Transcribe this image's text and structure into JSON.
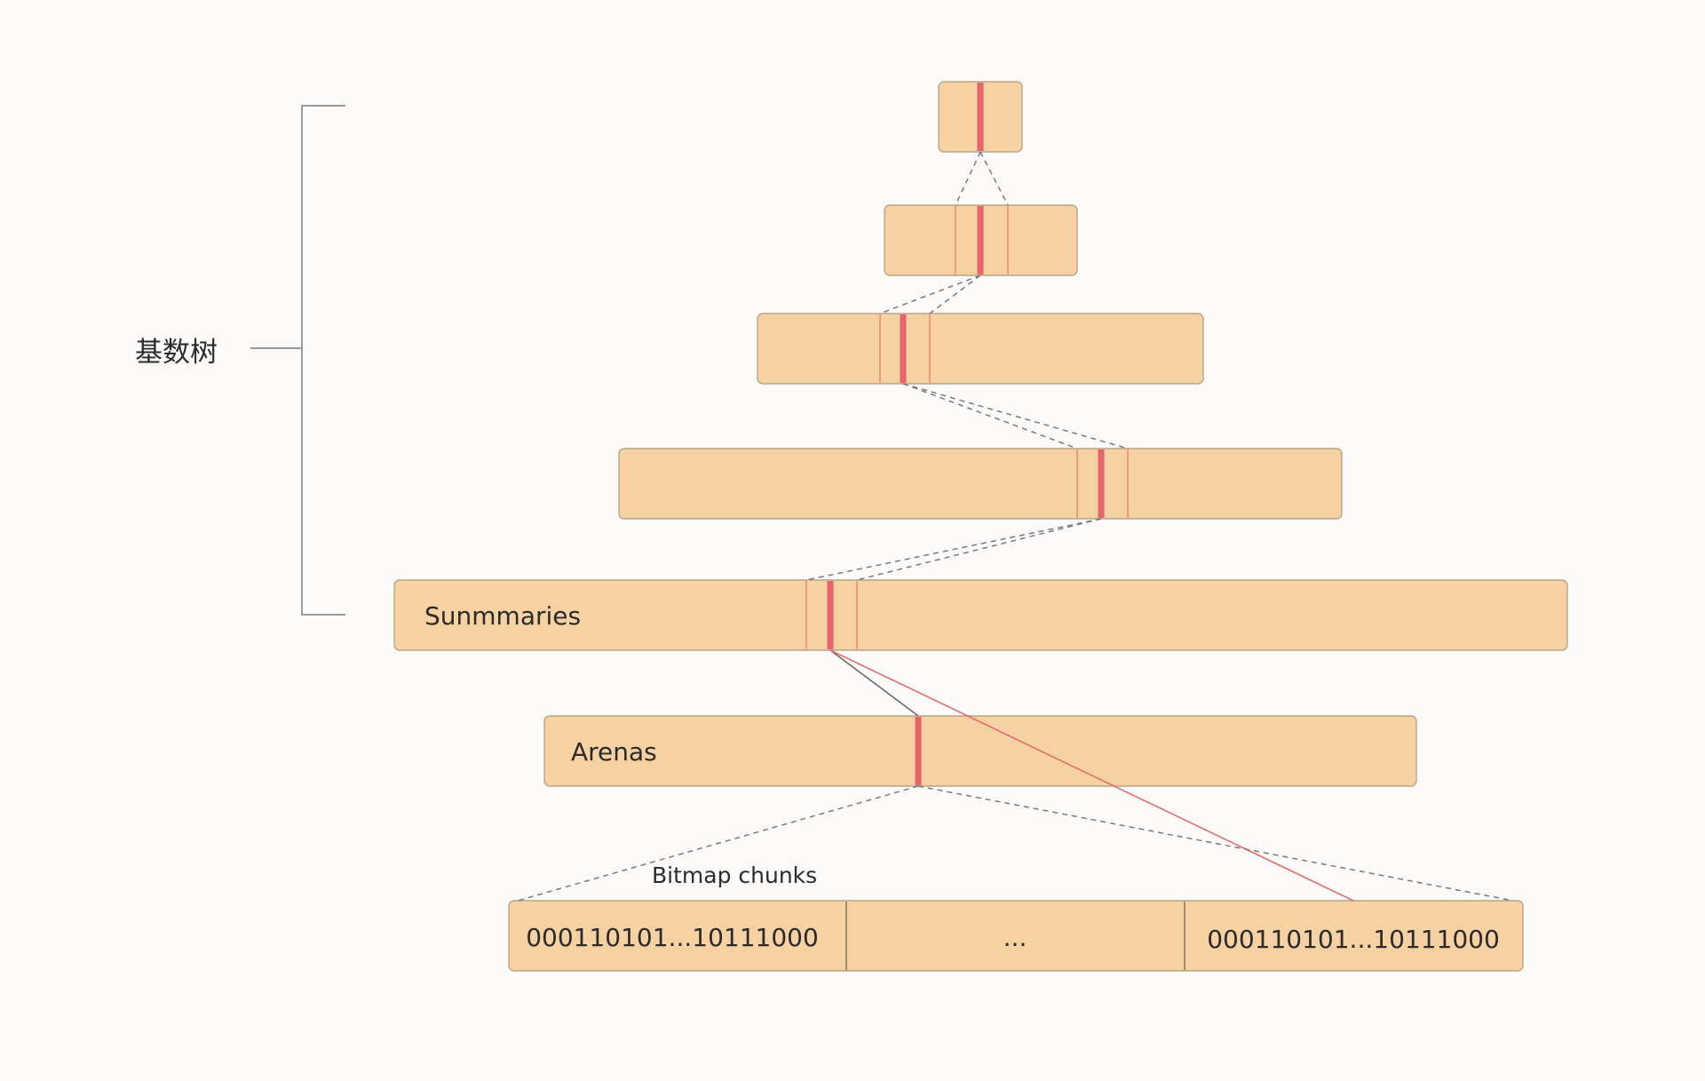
{
  "radix_tree_label": "基数树",
  "summaries_label": "Sunmmaries",
  "arenas_label": "Arenas",
  "bitmap_chunks_label": "Bitmap chunks",
  "bitmap_cells": [
    "000110101...10111000",
    "...",
    "000110101...10111000"
  ],
  "colors": {
    "box_fill": "#f6d1a1",
    "highlight_red": "#e8636a",
    "boundary_red": "#ef9a83"
  }
}
